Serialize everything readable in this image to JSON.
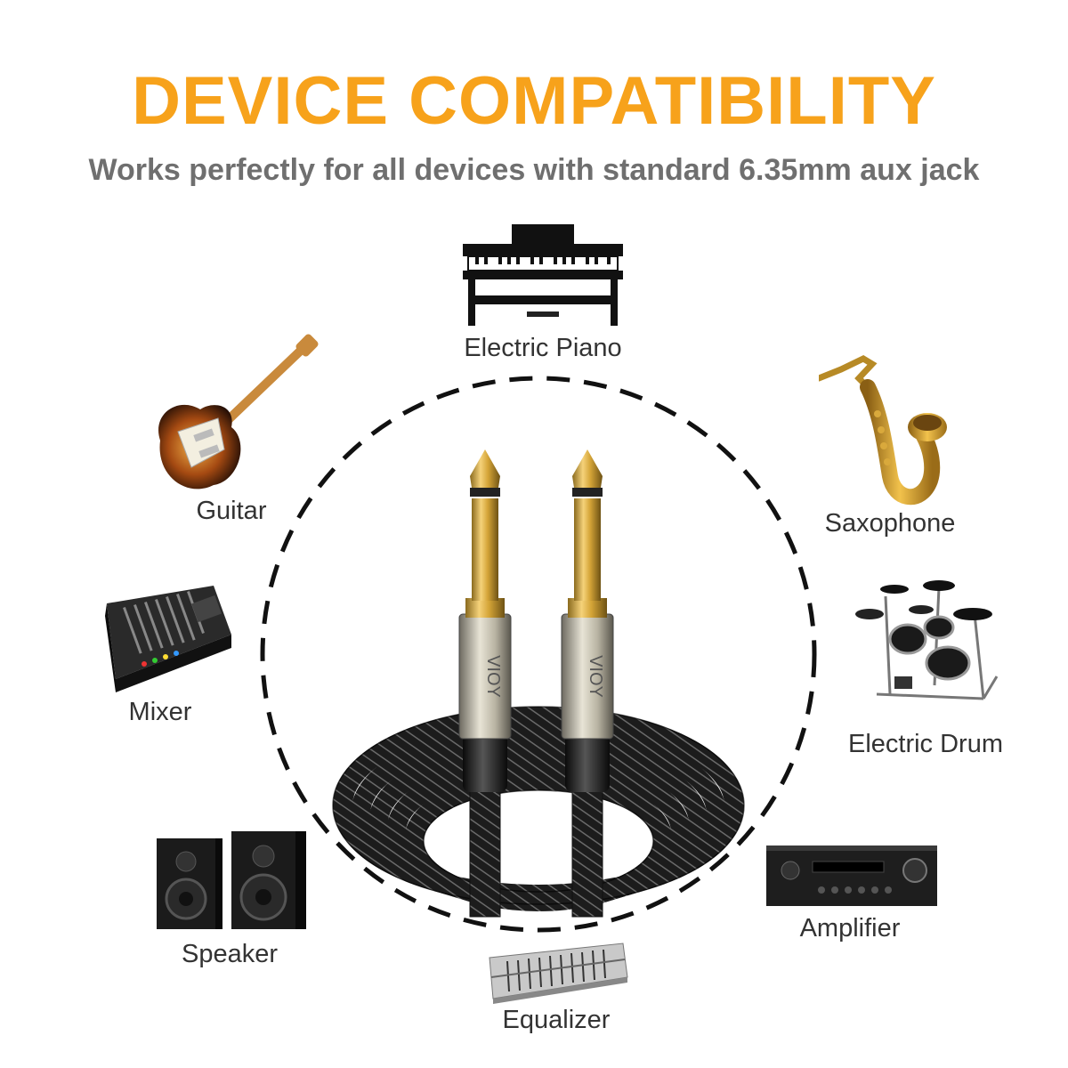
{
  "header": {
    "title": "DEVICE COMPATIBILITY",
    "subtitle": "Works perfectly for all devices with standard 6.35mm aux jack"
  },
  "cable": {
    "brand_text": "VIOY"
  },
  "devices": {
    "piano": "Electric Piano",
    "guitar": "Guitar",
    "saxophone": "Saxophone",
    "mixer": "Mixer",
    "drum": "Electric Drum",
    "speaker": "Speaker",
    "amplifier": "Amplifier",
    "equalizer": "Equalizer"
  },
  "colors": {
    "accent": "#f7a21b",
    "subtitle": "#6f6f6f",
    "label": "#333333",
    "gold": "#d4a437"
  }
}
